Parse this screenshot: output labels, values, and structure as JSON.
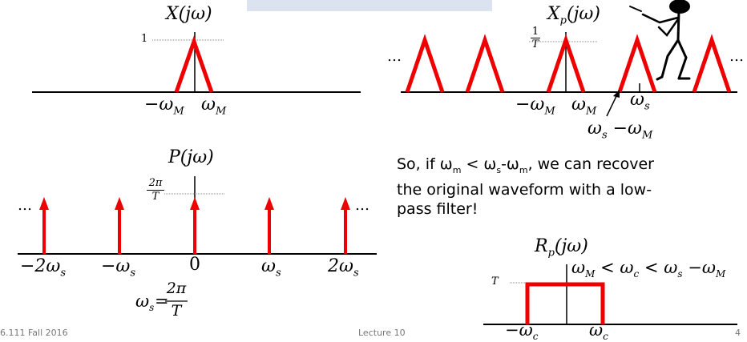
{
  "panels": {
    "x": {
      "title": "X(jω)",
      "peak": "1",
      "neg": "−ω",
      "pos": "ω",
      "sub": "M"
    },
    "xp": {
      "title": "X",
      "title_sub": "p",
      "title_arg": "(jω)",
      "peak_num": "1",
      "peak_den": "T",
      "ellipsis_left": "…",
      "ellipsis_right": "…",
      "neg": "−ω",
      "pos": "ω",
      "sub": "M",
      "ws": "ω",
      "ws_sub": "s",
      "diff": "ω",
      "diff_sub": "s",
      "diff_rest": "−ω",
      "diff_rest_sub": "M"
    },
    "p": {
      "title": "P(jω)",
      "peak_num": "2π",
      "peak_den": "T",
      "ellipsis_left": "…",
      "ellipsis_right": "…",
      "ticks": [
        "−2ω",
        "−ω",
        "0",
        "ω",
        "2ω"
      ],
      "tick_sub": "s",
      "formula_lhs": "ω",
      "formula_sub": "s",
      "formula_eq": "=",
      "formula_num": "2π",
      "formula_den": "T"
    },
    "rp": {
      "title": "R",
      "title_sub": "p",
      "title_arg": "(jω)",
      "level": "T",
      "cond_a": "ω",
      "cond_a_sub": "M",
      "cond_lt1": "<",
      "cond_b": "ω",
      "cond_b_sub": "c",
      "cond_lt2": "<",
      "cond_c": "ω",
      "cond_c_sub": "s",
      "cond_minus": "−ω",
      "cond_d_sub": "M",
      "neg": "−ω",
      "pos": "ω",
      "sub": "c"
    }
  },
  "explanation": {
    "l1a": "So, if ω",
    "l1b": "m",
    "l1c": " < ω",
    "l1d": "s",
    "l1e": "-ω",
    "l1f": "m",
    "l1g": ", we can recover",
    "l2": "the original waveform with a low-",
    "l3": "pass filter!"
  },
  "footer": {
    "left": "6.111 Fall 2016",
    "center": "Lecture 10",
    "right": "4"
  },
  "colors": {
    "signal": "#ee0000",
    "axis": "#000000",
    "guide": "#888888",
    "band": "#dbe3f1"
  }
}
